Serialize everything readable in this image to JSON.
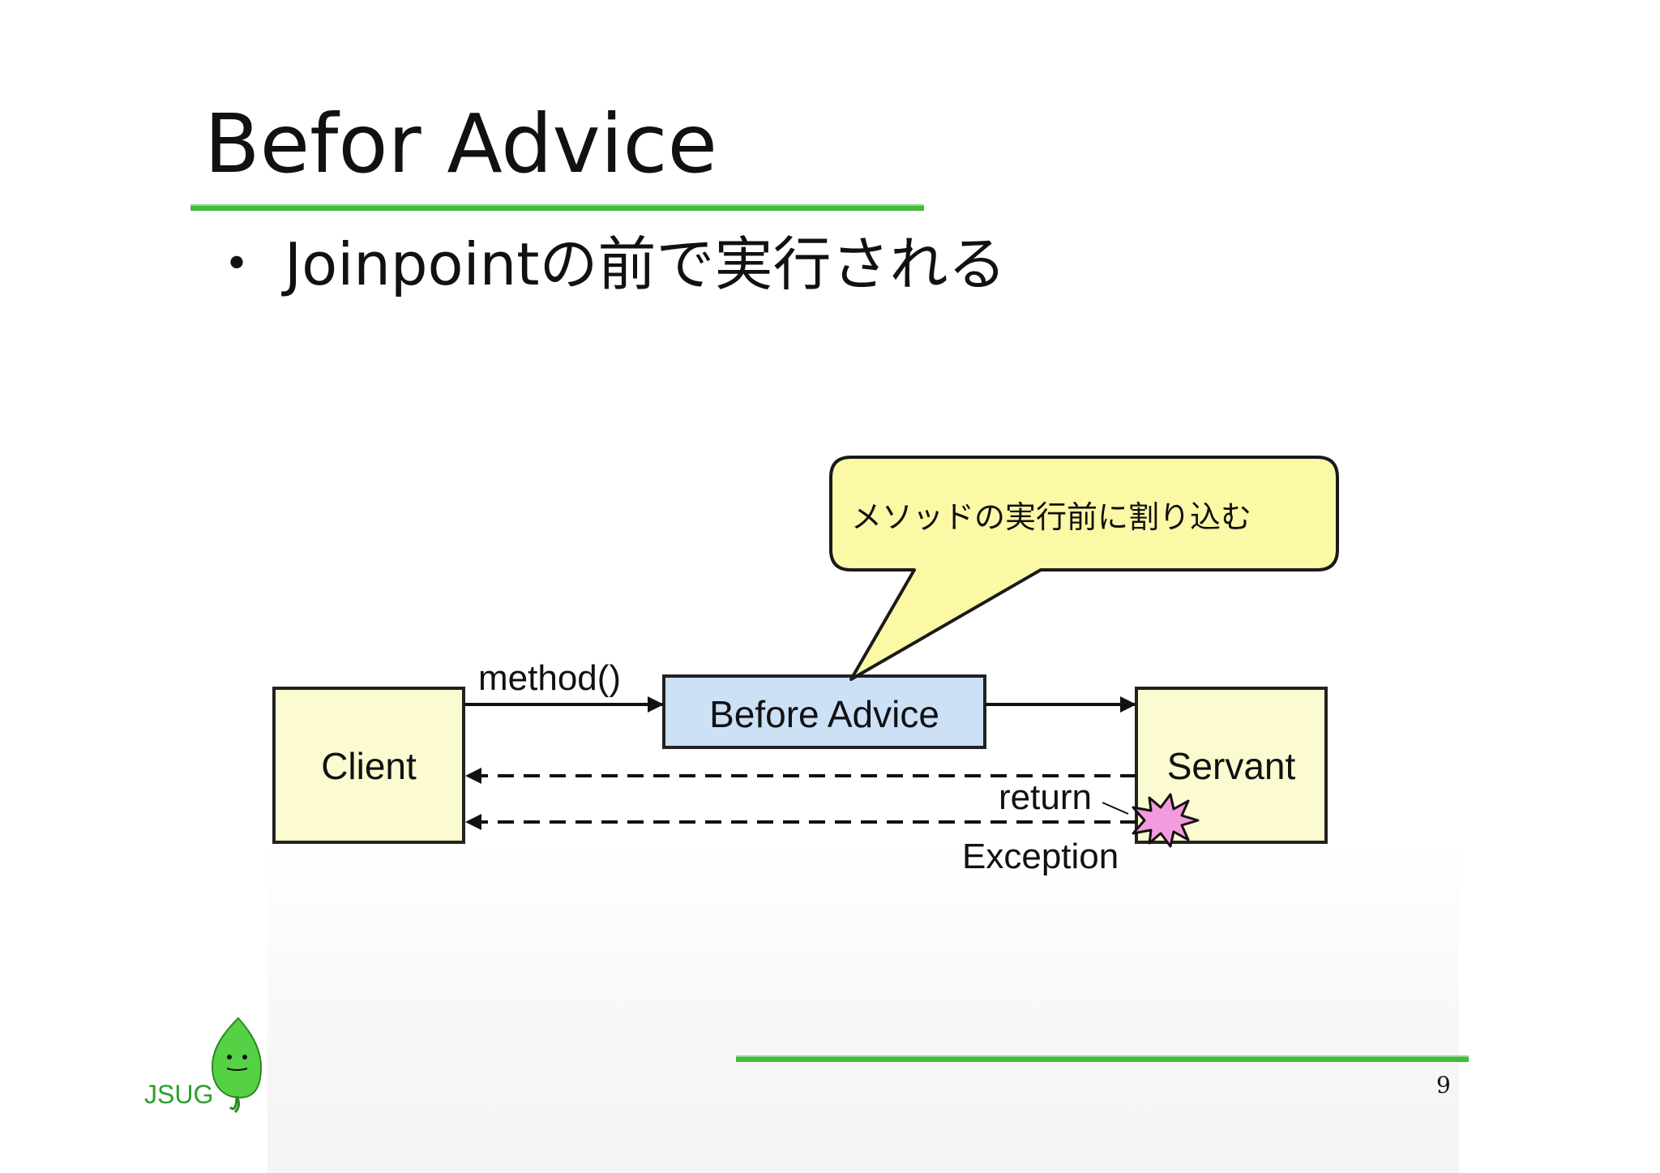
{
  "slide": {
    "title": "Befor Advice",
    "bullet_mark": "・",
    "bullet": "Joinpointの前で実行される",
    "page_number": "9"
  },
  "logo": {
    "text": "JSUG",
    "icon": "leaf-mascot-icon"
  },
  "diagram": {
    "callout": "メソッドの実行前に割り込む",
    "client_label": "Client",
    "advice_label": "Before Advice",
    "servant_label": "Servant",
    "call_label": "method()",
    "return_label": "return",
    "exception_label": "Exception"
  },
  "colors": {
    "accent_green": "#44b93a",
    "box_fill": "#fbfad0",
    "advice_fill": "#cce0f6",
    "callout_fill": "#fbf8a6",
    "burst_fill": "#f49adf"
  }
}
